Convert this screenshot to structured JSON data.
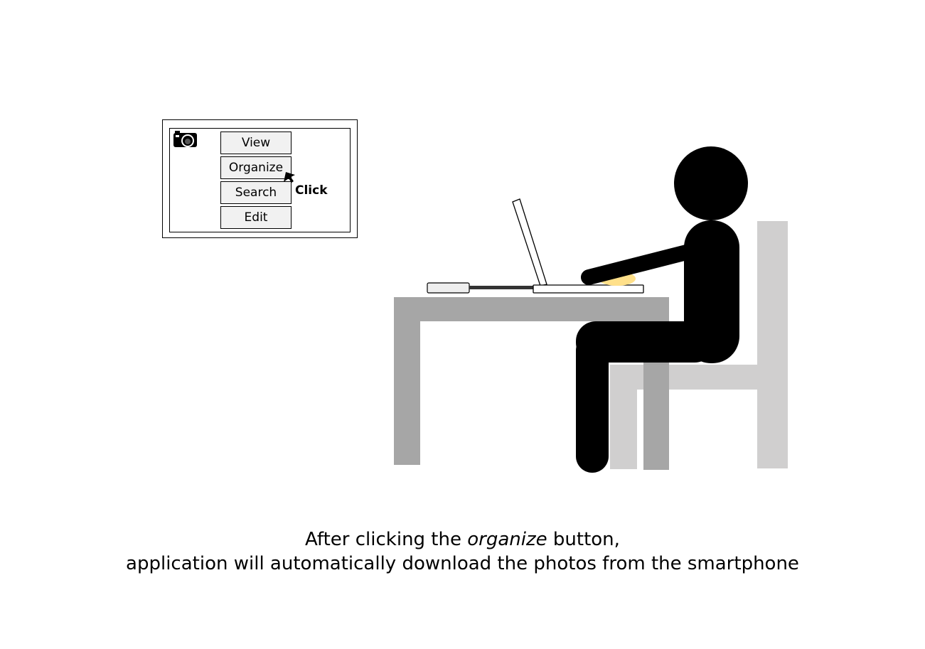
{
  "app_window": {
    "menu": {
      "view": "View",
      "organize": "Organize",
      "search": "Search",
      "edit": "Edit"
    },
    "icon": "camera-icon"
  },
  "annotation": {
    "click_label": "Click",
    "cursor_icon": "mouse-cursor-icon"
  },
  "caption": {
    "line1_prefix": "After clicking the ",
    "line1_emphasis": "organize",
    "line1_suffix": " button,",
    "line2": "application will automatically download the photos from the smartphone"
  },
  "colors": {
    "table": "#a6a6a6",
    "chair": "#d0cfcf",
    "person": "#000000",
    "mouse": "#ffe08a",
    "button_bg": "#f1f1f1"
  }
}
